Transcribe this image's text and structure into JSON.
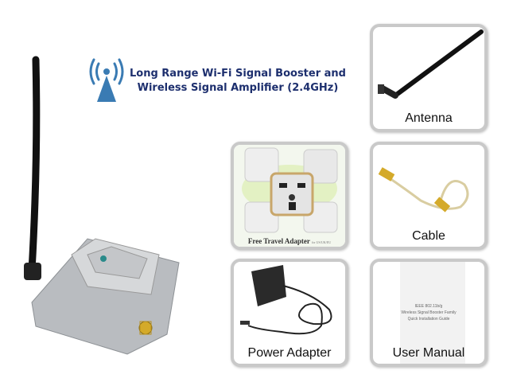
{
  "title": {
    "line1": "Long Range Wi-Fi Signal Booster and",
    "line2": "Wireless Signal Amplifier (2.4GHz)"
  },
  "colors": {
    "title": "#1d2f6e",
    "wifi_icon": "#3a7bb3",
    "box_border": "#c9c9c9"
  },
  "items": [
    {
      "caption": "Antenna"
    },
    {
      "caption": "Free Travel Adapter",
      "sub": "for US/UK/EU"
    },
    {
      "caption": "Cable"
    },
    {
      "caption": "Power Adapter"
    },
    {
      "caption": "User Manual",
      "doc_lines": [
        "IEEE 802.11b/g",
        "Wireless Signal Booster Family",
        "Quick Installation Guide"
      ]
    }
  ]
}
